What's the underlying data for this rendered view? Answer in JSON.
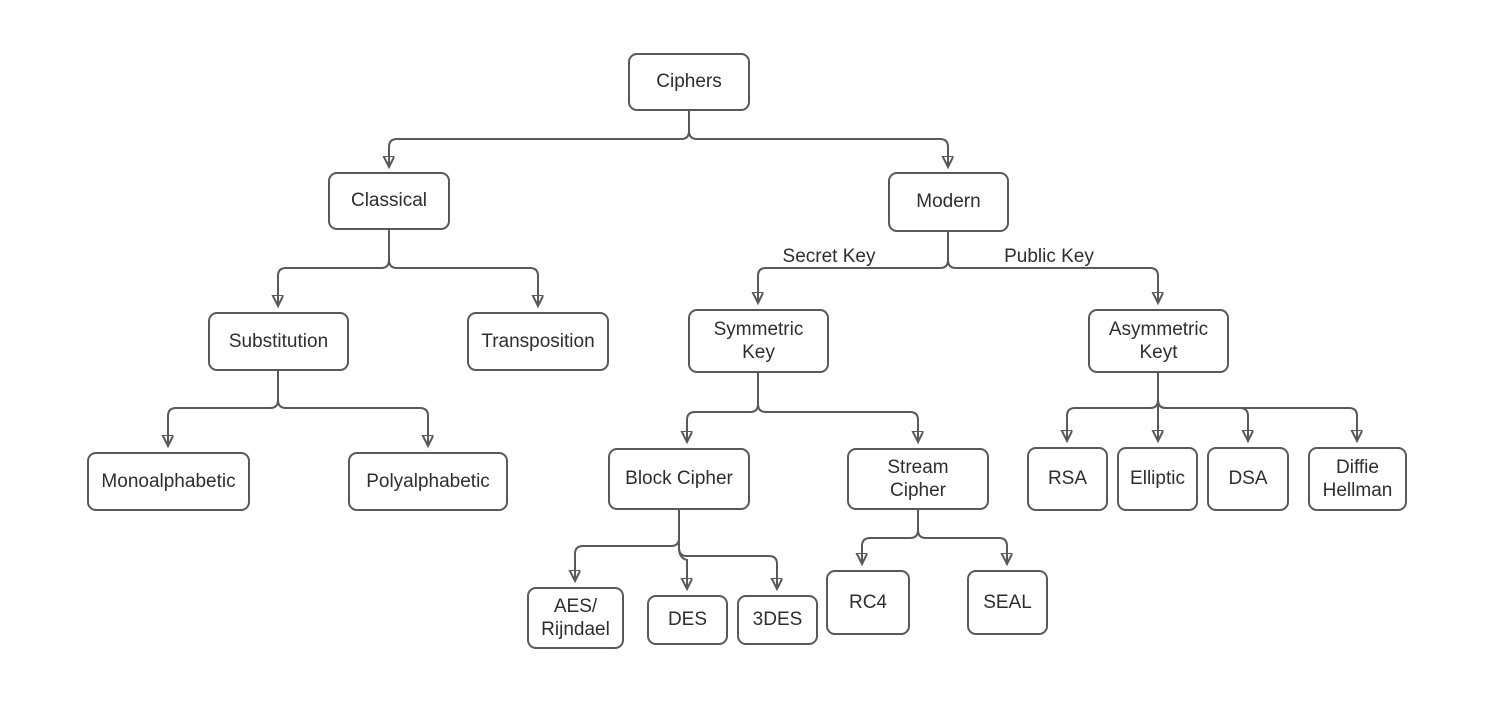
{
  "diagram": {
    "kind": "tree-flowchart",
    "root": "Ciphers",
    "colors": {
      "stroke": "#595959",
      "text": "#2e2e2e",
      "node_fill": "#ffffff",
      "background": "#ffffff"
    }
  },
  "nodes": [
    {
      "id": "ciphers",
      "label": "Ciphers",
      "parent": null
    },
    {
      "id": "classical",
      "label": "Classical",
      "parent": "ciphers"
    },
    {
      "id": "modern",
      "label": "Modern",
      "parent": "ciphers"
    },
    {
      "id": "substitution",
      "label": "Substitution",
      "parent": "classical"
    },
    {
      "id": "transposition",
      "label": "Transposition",
      "parent": "classical"
    },
    {
      "id": "monoalphabetic",
      "label": "Monoalphabetic",
      "parent": "substitution"
    },
    {
      "id": "polyalphabetic",
      "label": "Polyalphabetic",
      "parent": "substitution"
    },
    {
      "id": "symmetric-key",
      "label": "Symmetric\nKey",
      "parent": "modern",
      "edge_label": "Secret Key"
    },
    {
      "id": "asymmetric-keyt",
      "label": "Asymmetric\nKeyt",
      "parent": "modern",
      "edge_label": "Public Key"
    },
    {
      "id": "block-cipher",
      "label": "Block Cipher",
      "parent": "symmetric-key"
    },
    {
      "id": "stream-cipher",
      "label": "Stream\nCipher",
      "parent": "symmetric-key"
    },
    {
      "id": "aes-rijndael",
      "label": "AES/\nRijndael",
      "parent": "block-cipher"
    },
    {
      "id": "des",
      "label": "DES",
      "parent": "block-cipher"
    },
    {
      "id": "3des",
      "label": "3DES",
      "parent": "block-cipher"
    },
    {
      "id": "rc4",
      "label": "RC4",
      "parent": "stream-cipher"
    },
    {
      "id": "seal",
      "label": "SEAL",
      "parent": "stream-cipher"
    },
    {
      "id": "rsa",
      "label": "RSA",
      "parent": "asymmetric-keyt"
    },
    {
      "id": "elliptic",
      "label": "Elliptic",
      "parent": "asymmetric-keyt"
    },
    {
      "id": "dsa",
      "label": "DSA",
      "parent": "asymmetric-keyt"
    },
    {
      "id": "diffie-hellman",
      "label": "Diffie\nHellman",
      "parent": "asymmetric-keyt"
    }
  ],
  "edge_labels": [
    {
      "id": "secret-key",
      "text": "Secret Key"
    },
    {
      "id": "public-key",
      "text": "Public Key"
    }
  ]
}
